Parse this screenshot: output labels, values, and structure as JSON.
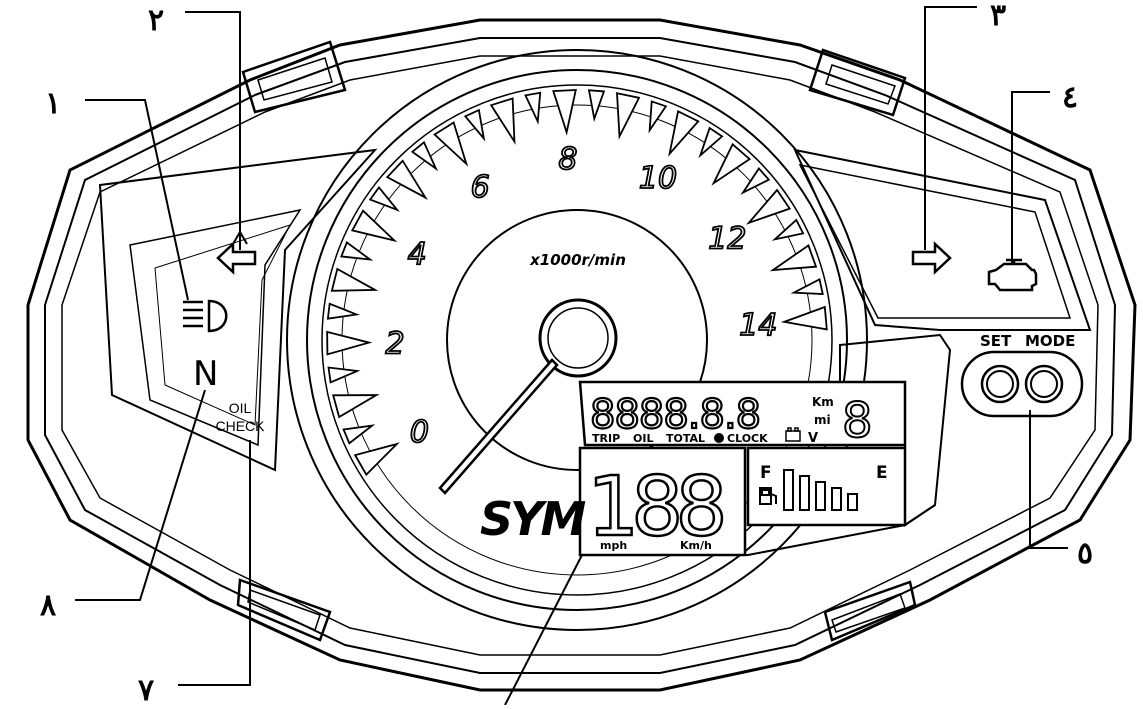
{
  "callouts": [
    {
      "id": "1",
      "label": "١"
    },
    {
      "id": "2",
      "label": "٢"
    },
    {
      "id": "3",
      "label": "٣"
    },
    {
      "id": "4",
      "label": "٤"
    },
    {
      "id": "5",
      "label": "٥"
    },
    {
      "id": "7",
      "label": "٧"
    },
    {
      "id": "8",
      "label": "٨"
    }
  ],
  "tachometer": {
    "scale_numbers": [
      "0",
      "2",
      "4",
      "6",
      "8",
      "10",
      "12",
      "14"
    ],
    "unit": "x1000r/min"
  },
  "indicators": {
    "neutral": "N",
    "oil_check_line1": "OIL",
    "oil_check_line2": "CHECK"
  },
  "lcd": {
    "odometer_digits": "8888.8.8",
    "distance_unit_km": "Km",
    "distance_unit_mi": "mi",
    "mode_labels": [
      "TRIP",
      "OIL",
      "TOTAL",
      "CLOCK"
    ],
    "voltage_unit": "V",
    "speed_digits": "188",
    "speed_unit_mph": "mph",
    "speed_unit_kmh": "Km/h",
    "fuel_full": "F",
    "fuel_empty": "E",
    "fuel_bars": 5
  },
  "buttons": {
    "set": "SET",
    "mode": "MODE"
  },
  "brand": "SYM",
  "icons": [
    "headlight-icon",
    "left-turn-signal-icon",
    "right-turn-signal-icon",
    "check-engine-icon",
    "fuel-pump-icon",
    "battery-icon",
    "clock-icon"
  ]
}
